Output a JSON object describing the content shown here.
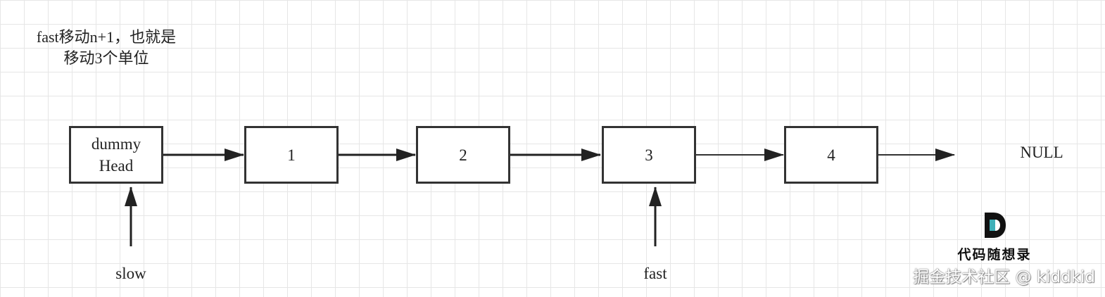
{
  "note": {
    "line1": "fast移动n+1，也就是",
    "line2": "移动3个单位"
  },
  "nodes": [
    {
      "lines": [
        "dummy",
        "Head"
      ]
    },
    {
      "lines": [
        "1"
      ]
    },
    {
      "lines": [
        "2"
      ]
    },
    {
      "lines": [
        "3"
      ]
    },
    {
      "lines": [
        "4"
      ]
    }
  ],
  "null_label": "NULL",
  "pointers": {
    "slow": "slow",
    "fast": "fast"
  },
  "logo": {
    "mark": "D",
    "text": "代码随想录",
    "accent_color": "#3fb0b8"
  },
  "watermark": "掘金技术社区 @ kiddkid"
}
